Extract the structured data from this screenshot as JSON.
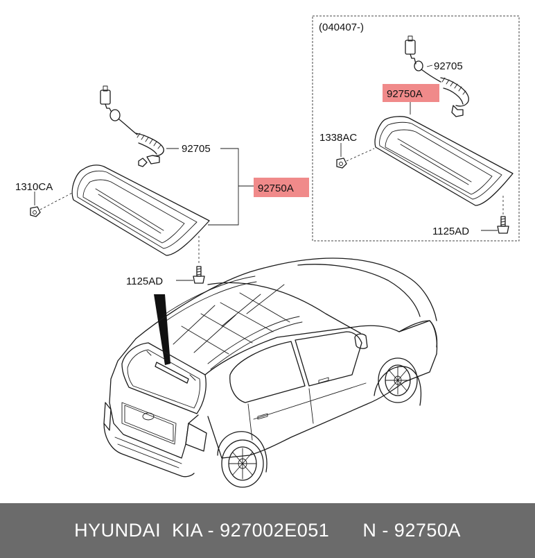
{
  "variant_box": {
    "label": "(040407-)"
  },
  "labels": {
    "left_harness": "92705",
    "left_lamp": "92750A",
    "left_nut": "1310CA",
    "left_screw": "1125AD",
    "right_harness": "92705",
    "right_lamp": "92750A",
    "right_nut": "1338AC",
    "right_screw": "1125AD"
  },
  "footer": {
    "brand": "HYUNDAI  KIA - 927002E051",
    "ref": "N - 92750A"
  },
  "colors": {
    "highlight": "#f08a8a",
    "footer_bg": "#6b6b6b"
  }
}
